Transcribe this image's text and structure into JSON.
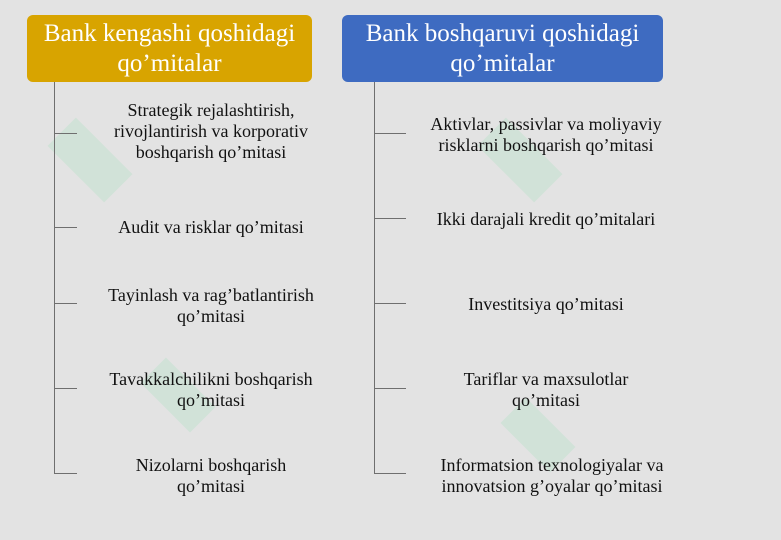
{
  "left_column": {
    "header": "Bank kengashi qoshidagi qo’mitalar",
    "items": [
      "Strategik rejalashtirish, rivojlantirish va korporativ boshqarish qo’mitasi",
      "Audit va risklar qo’mitasi",
      "Tayinlash va rag’batlantirish qo’mitasi",
      "Tavakkalchilikni boshqarish qo’mitasi",
      "Nizolarni boshqarish qo’mitasi"
    ]
  },
  "right_column": {
    "header": "Bank boshqaruvi qoshidagi qo’mitalar",
    "items": [
      "Aktivlar, passivlar va moliyaviy risklarni boshqarish qo’mitasi",
      "Ikki darajali kredit qo’mitalari",
      "Investitsiya qo’mitasi",
      "Tariflar va maxsulotlar qo’mitasi",
      "Informatsion texnologiyalar va innovatsion g’oyalar qo’mitasi"
    ]
  },
  "colors": {
    "left_header_bg": "#d8a400",
    "right_header_bg": "#3e6bc1",
    "background": "#e3e3e3"
  }
}
